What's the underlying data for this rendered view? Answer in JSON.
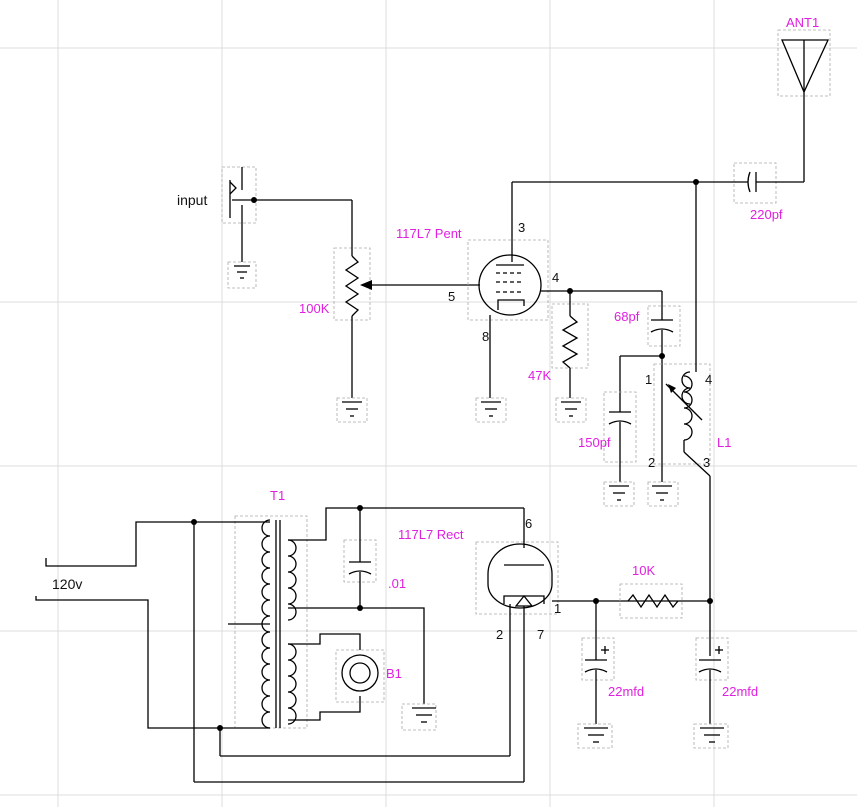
{
  "labels": {
    "ant1": "ANT1",
    "cap_220": "220pf",
    "input": "input",
    "pent_tube": "117L7 Pent",
    "pin3": "3",
    "pin4": "4",
    "pin5": "5",
    "pin8": "8",
    "pot_100k": "100K",
    "cap_68": "68pf",
    "res_47k": "47K",
    "coil_pin1": "1",
    "coil_pin4": "4",
    "coil_pin2": "2",
    "coil_pin3": "3",
    "cap_150": "150pf",
    "coil_l1": "L1",
    "t1": "T1",
    "rect_tube": "117L7 Rect",
    "rect_pin6": "6",
    "v120": "120v",
    "cap_01": ".01",
    "rect_pin1": "1",
    "rect_pin2": "2",
    "rect_pin7": "7",
    "res_10k": "10K",
    "lamp_b1": "B1",
    "cap_22a": "22mfd",
    "cap_22b": "22mfd"
  },
  "colors": {
    "component_label": "#e020e0",
    "pin_label": "#111111",
    "wire": "#000000",
    "grid": "#dcdcdc"
  }
}
